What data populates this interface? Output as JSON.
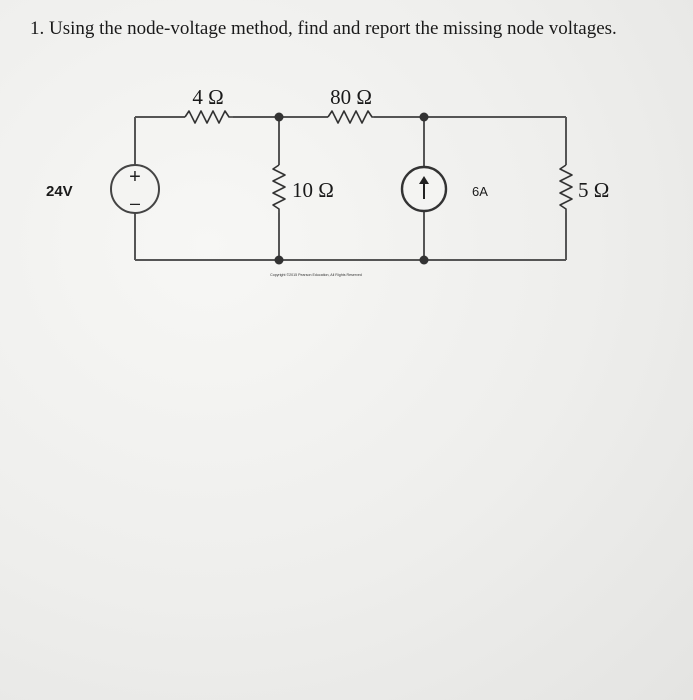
{
  "question": "1. Using the node-voltage method, find and report the missing node voltages.",
  "circuit": {
    "source_voltage_label": "24V",
    "source_plus": "+",
    "source_minus": "–",
    "r1_label": "4 Ω",
    "r2_label": "80 Ω",
    "r3_label": "10 Ω",
    "current_source_label": "6A",
    "r4_label": "5 Ω",
    "copyright": "Copyright ©2015 Pearson Education, All Rights Reserved"
  }
}
